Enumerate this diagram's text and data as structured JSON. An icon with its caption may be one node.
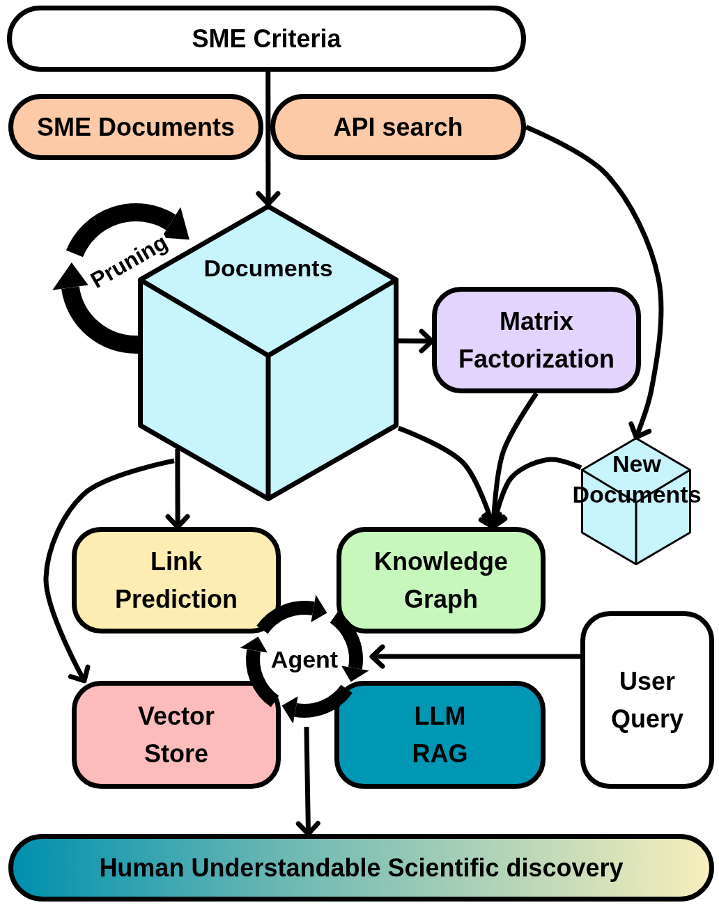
{
  "diagram": {
    "nodes": [
      {
        "text": [
          "SME Criteria"
        ]
      },
      {
        "text": [
          "SME Documents"
        ]
      },
      {
        "text": [
          "API search"
        ]
      },
      {
        "text": [
          "Documents"
        ]
      },
      {
        "text": [
          "Matrix Factorization"
        ]
      },
      {
        "text": [
          "New Documents"
        ]
      },
      {
        "text": [
          "Link Prediction"
        ]
      },
      {
        "text": [
          "Knowledge Graph"
        ]
      },
      {
        "text": [
          "Agent"
        ]
      },
      {
        "text": [
          "User Query"
        ]
      },
      {
        "text": [
          "Vector Store"
        ]
      },
      {
        "text": [
          "LLM RAG"
        ]
      },
      {
        "text": [
          "Human Understandable Scientific discovery"
        ]
      }
    ],
    "edges": [
      {
        "from": 0,
        "to": 3,
        "arrow": "to"
      },
      {
        "from": 2,
        "to": 5,
        "arrow": "to"
      },
      {
        "from": 3,
        "to": 4,
        "arrow": "to"
      },
      {
        "from": 3,
        "to": 6,
        "arrow": "to"
      },
      {
        "from": 3,
        "to": 10,
        "arrow": "to"
      },
      {
        "from": 3,
        "to": 7,
        "arrow": "to"
      },
      {
        "from": 4,
        "to": 7,
        "arrow": "to"
      },
      {
        "from": 5,
        "to": 7,
        "arrow": "to"
      },
      {
        "from": 9,
        "to": 8,
        "arrow": "to"
      },
      {
        "from": 8,
        "to": 12,
        "arrow": "to"
      }
    ],
    "labels": [
      "Pruning"
    ]
  }
}
